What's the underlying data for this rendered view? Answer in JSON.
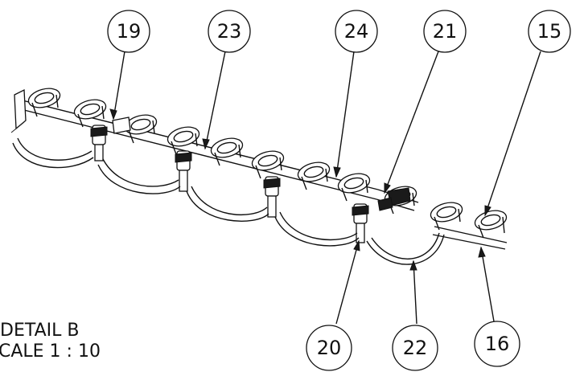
{
  "balloons": [
    {
      "id": "b19",
      "label": "19"
    },
    {
      "id": "b23",
      "label": "23"
    },
    {
      "id": "b24",
      "label": "24"
    },
    {
      "id": "b21",
      "label": "21"
    },
    {
      "id": "b15",
      "label": "15"
    },
    {
      "id": "b20",
      "label": "20"
    },
    {
      "id": "b22",
      "label": "22"
    },
    {
      "id": "b16",
      "label": "16"
    }
  ],
  "detail": {
    "line1": "DETAIL B",
    "line2": "CALE 1 : 10"
  }
}
